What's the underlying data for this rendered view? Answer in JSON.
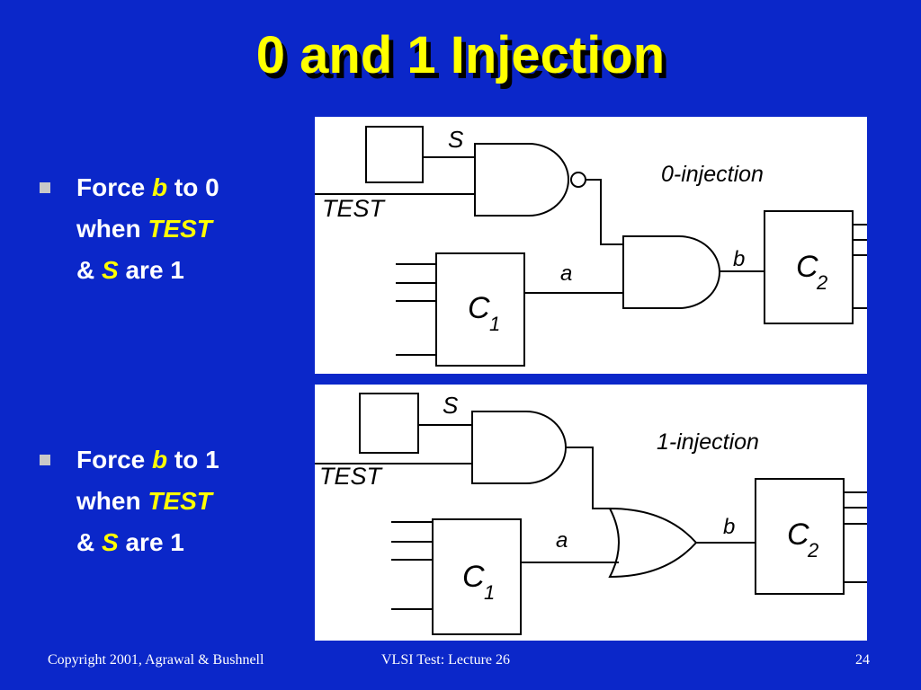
{
  "title": "0 and 1 Injection",
  "bullets": [
    {
      "force": "Force",
      "signal": "b",
      "to": "to 0",
      "when": "when",
      "test": "TEST",
      "amp": "&",
      "s": "S",
      "are": "are 1"
    },
    {
      "force": "Force",
      "signal": "b",
      "to": "to 1",
      "when": "when",
      "test": "TEST",
      "amp": "&",
      "s": "S",
      "are": "are 1"
    }
  ],
  "diagrams": {
    "zero": {
      "s": "S",
      "test": "TEST",
      "caption": "0-injection",
      "a": "a",
      "b": "b",
      "c1": "C",
      "c1_sub": "1",
      "c2": "C",
      "c2_sub": "2"
    },
    "one": {
      "s": "S",
      "test": "TEST",
      "caption": "1-injection",
      "a": "a",
      "b": "b",
      "c1": "C",
      "c1_sub": "1",
      "c2": "C",
      "c2_sub": "2"
    }
  },
  "footer": {
    "copyright": "Copyright 2001, Agrawal & Bushnell",
    "course": "VLSI Test: Lecture 26",
    "page": "24"
  },
  "colors": {
    "background": "#0b27c9",
    "title": "#ffff00",
    "highlight": "#ffff00",
    "text": "#ffffff"
  }
}
